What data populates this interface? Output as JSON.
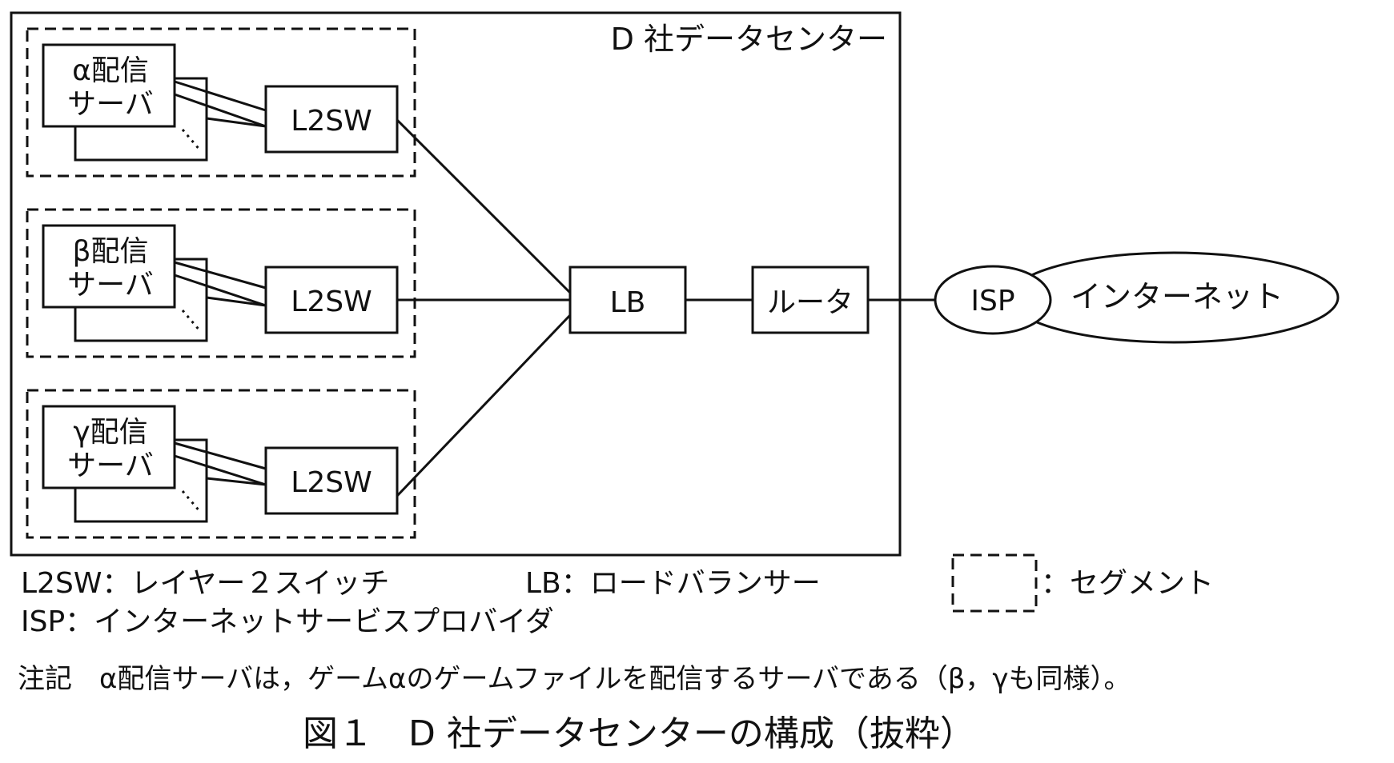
{
  "diagram": {
    "datacenter_label": "D 社データセンター",
    "segments": [
      {
        "server_line1": "α配信",
        "server_line2": "サーバ",
        "switch": "L2SW"
      },
      {
        "server_line1": "β配信",
        "server_line2": "サーバ",
        "switch": "L2SW"
      },
      {
        "server_line1": "γ配信",
        "server_line2": "サーバ",
        "switch": "L2SW"
      }
    ],
    "lb": "LB",
    "router": "ルータ",
    "isp": "ISP",
    "internet": "インターネット"
  },
  "legend": {
    "l2sw": "L2SW：レイヤー２スイッチ",
    "lb": "LB：ロードバランサー",
    "segment": "：セグメント",
    "isp": "ISP：インターネットサービスプロバイダ"
  },
  "note": "注記　α配信サーバは，ゲームαのゲームファイルを配信するサーバである（β，γも同様）。",
  "caption": "図１　D 社データセンターの構成（抜粋）"
}
